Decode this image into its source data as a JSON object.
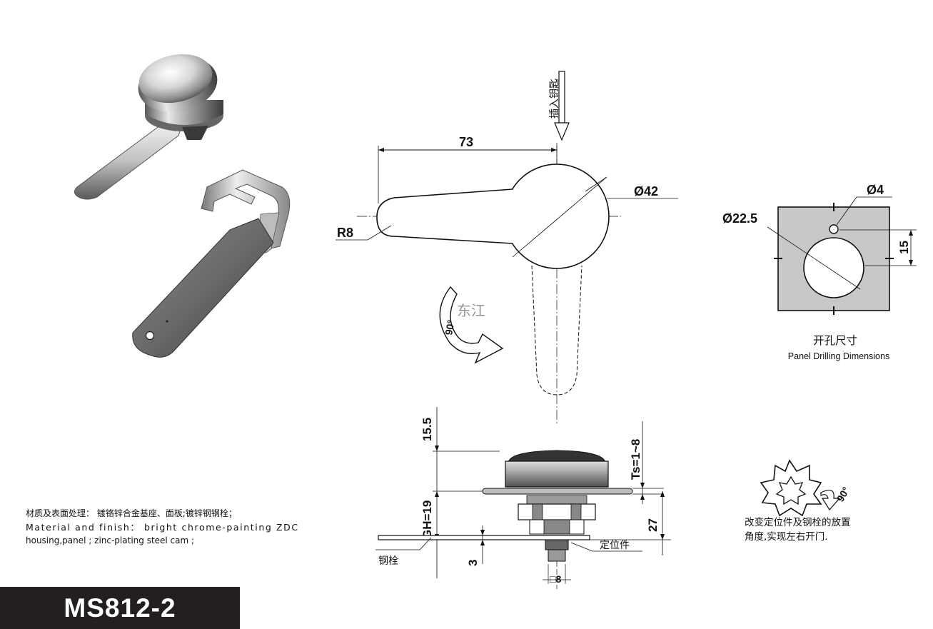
{
  "model": "MS812-2",
  "insert_key_label": "插入钥匙",
  "dimensions": {
    "length": "73",
    "diameter_head": "Ø42",
    "radius": "R8",
    "height_top": "15.5",
    "thickness": "Ts=1~8",
    "gh": "GH=19",
    "depth": "27",
    "three": "3",
    "square": "□8"
  },
  "rotation_angle": "90°",
  "watermark": "东江",
  "parts": {
    "bolt": "钢栓",
    "positioner": "定位件"
  },
  "drilling": {
    "diameter_hole": "Ø22.5",
    "diameter_pin": "Ø4",
    "offset": "15",
    "title_cn": "开孔尺寸",
    "title_en": "Panel Drilling Dimensions"
  },
  "material": {
    "line1": "材质及表面处理： 镀铬锌合金基座、面板;镀锌钢钢栓；",
    "line2": "Material and finish： bright chrome-painting ZDC",
    "line3": "housing,panel ; zinc-plating steel cam ;"
  },
  "rotation_note": {
    "line1": "改变定位件及钢栓的放置",
    "line2": "角度,实现左右开门.",
    "angle": "90°"
  },
  "colors": {
    "model_bar": "#231f20",
    "panel_fill": "#c8c8c8",
    "chrome": "#d9d9d9",
    "cam_grey": "#6f6f6f"
  }
}
